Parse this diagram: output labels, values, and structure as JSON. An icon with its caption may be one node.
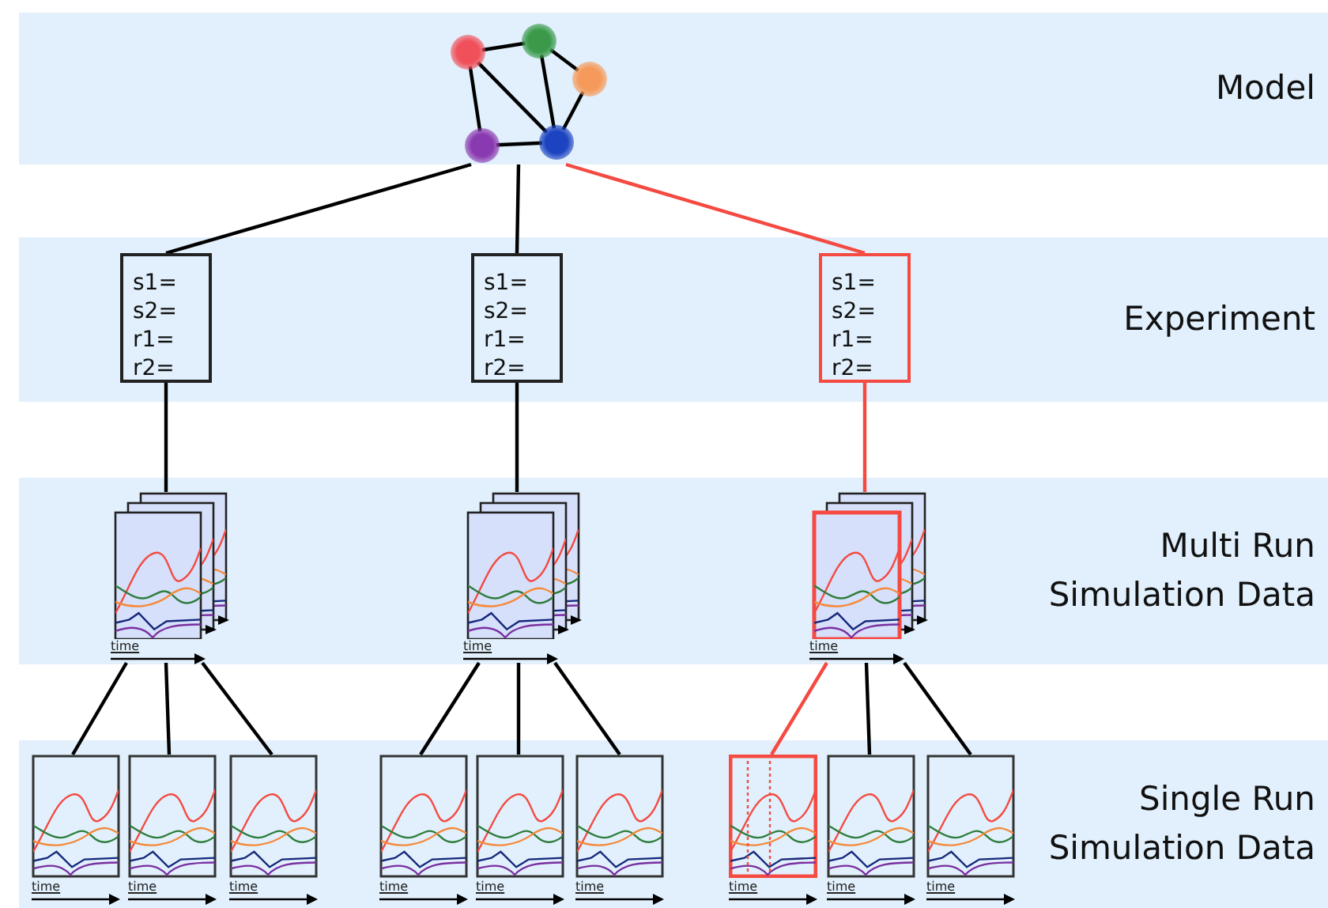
{
  "diagram": {
    "nodes": [
      {
        "text": [
          "Model"
        ]
      },
      {
        "text": [],
        "shape": "circle",
        "in": 0
      },
      {
        "text": [],
        "shape": "circle",
        "in": 0
      },
      {
        "text": [],
        "shape": "circle",
        "in": 0
      },
      {
        "text": [],
        "shape": "circle",
        "in": 0
      },
      {
        "text": [],
        "shape": "circle",
        "in": 0
      },
      {
        "text": [
          "Experiment"
        ]
      },
      {
        "text": [
          "s1=",
          "s2=",
          "r1=",
          "r2="
        ],
        "in": 6
      },
      {
        "text": [
          "s1=",
          "s2=",
          "r1=",
          "r2="
        ],
        "in": 6
      },
      {
        "text": [
          "s1=",
          "s2=",
          "r1=",
          "r2="
        ],
        "in": 6
      },
      {
        "text": [
          "Multi Run Simulation Data"
        ]
      },
      {
        "text": [],
        "shape": "picture",
        "in": 10,
        "beside": [
          "time"
        ]
      },
      {
        "text": [],
        "shape": "picture",
        "in": 10,
        "beside": [
          "time"
        ]
      },
      {
        "text": [],
        "shape": "picture",
        "in": 10,
        "beside": [
          "time"
        ]
      },
      {
        "text": [
          "Single Run Simulation Data"
        ]
      },
      {
        "text": [],
        "shape": "picture",
        "in": 14,
        "beside": [
          "time"
        ]
      },
      {
        "text": [],
        "shape": "picture",
        "in": 14,
        "beside": [
          "time"
        ]
      },
      {
        "text": [],
        "shape": "picture",
        "in": 14,
        "beside": [
          "time"
        ]
      },
      {
        "text": [],
        "shape": "picture",
        "in": 14,
        "beside": [
          "time"
        ]
      },
      {
        "text": [],
        "shape": "picture",
        "in": 14,
        "beside": [
          "time"
        ]
      },
      {
        "text": [],
        "shape": "picture",
        "in": 14,
        "beside": [
          "time"
        ]
      },
      {
        "text": [],
        "shape": "picture",
        "in": 14,
        "beside": [
          "time"
        ]
      },
      {
        "text": [],
        "shape": "picture",
        "in": 14,
        "beside": [
          "time"
        ]
      },
      {
        "text": [],
        "shape": "picture",
        "in": 14,
        "beside": [
          "time"
        ]
      }
    ],
    "edges": [
      {
        "from": 1,
        "to": 2,
        "arrow": "none"
      },
      {
        "from": 1,
        "to": 4,
        "arrow": "none"
      },
      {
        "from": 1,
        "to": 5,
        "arrow": "none"
      },
      {
        "from": 2,
        "to": 5,
        "arrow": "none"
      },
      {
        "from": 2,
        "to": 3,
        "arrow": "none"
      },
      {
        "from": 3,
        "to": 5,
        "arrow": "none"
      },
      {
        "from": 4,
        "to": 5,
        "arrow": "none"
      },
      {
        "from": 0,
        "to": 7,
        "arrow": "none"
      },
      {
        "from": 0,
        "to": 8,
        "arrow": "none"
      },
      {
        "from": 0,
        "to": 9,
        "arrow": "none",
        "color": "#f44a42"
      },
      {
        "from": 7,
        "to": 11,
        "arrow": "none"
      },
      {
        "from": 8,
        "to": 12,
        "arrow": "none"
      },
      {
        "from": 9,
        "to": 13,
        "arrow": "none",
        "color": "#f44a42"
      },
      {
        "from": 11,
        "to": 15,
        "arrow": "none"
      },
      {
        "from": 11,
        "to": 16,
        "arrow": "none"
      },
      {
        "from": 11,
        "to": 17,
        "arrow": "none"
      },
      {
        "from": 12,
        "to": 18,
        "arrow": "none"
      },
      {
        "from": 12,
        "to": 19,
        "arrow": "none"
      },
      {
        "from": 12,
        "to": 20,
        "arrow": "none"
      },
      {
        "from": 13,
        "to": 21,
        "arrow": "none",
        "color": "#f44a42"
      },
      {
        "from": 13,
        "to": 22,
        "arrow": "none"
      },
      {
        "from": 13,
        "to": 23,
        "arrow": "none"
      }
    ]
  }
}
